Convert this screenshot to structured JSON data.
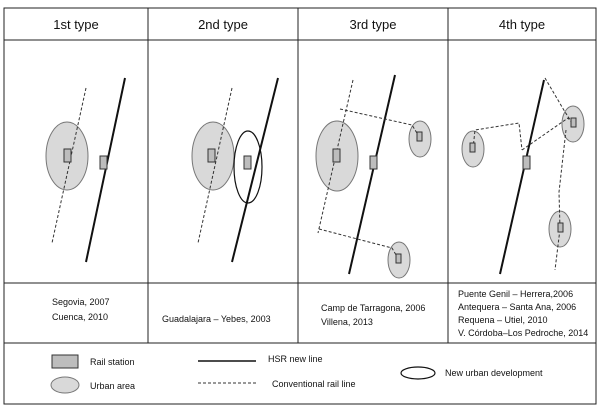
{
  "top_text": "",
  "columns": [
    {
      "header": "1st type",
      "caption_lines": [
        "Segovia, 2007",
        "Cuenca,  2010"
      ]
    },
    {
      "header": "2nd type",
      "caption_lines": [
        "Guadalajara – Yebes, 2003"
      ]
    },
    {
      "header": "3rd type",
      "caption_lines": [
        "Camp de Tarragona, 2006",
        "Villena,  2013"
      ]
    },
    {
      "header": "4th type",
      "caption_lines": [
        "Puente Genil – Herrera,2006",
        "Antequera – Santa Ana, 2006",
        "Requena – Utiel, 2010",
        "V. Córdoba–Los Pedroche, 2014"
      ]
    }
  ],
  "legend": {
    "rail_station": "Rail station",
    "urban_area": "Urban area",
    "hsr_line": "HSR new line",
    "conventional_line": "Conventional rail line",
    "new_urban_development": "New urban development"
  },
  "colors": {
    "fill": "#d9d9d9",
    "stroke": "#333333",
    "station_fill": "#bdbdbd"
  }
}
